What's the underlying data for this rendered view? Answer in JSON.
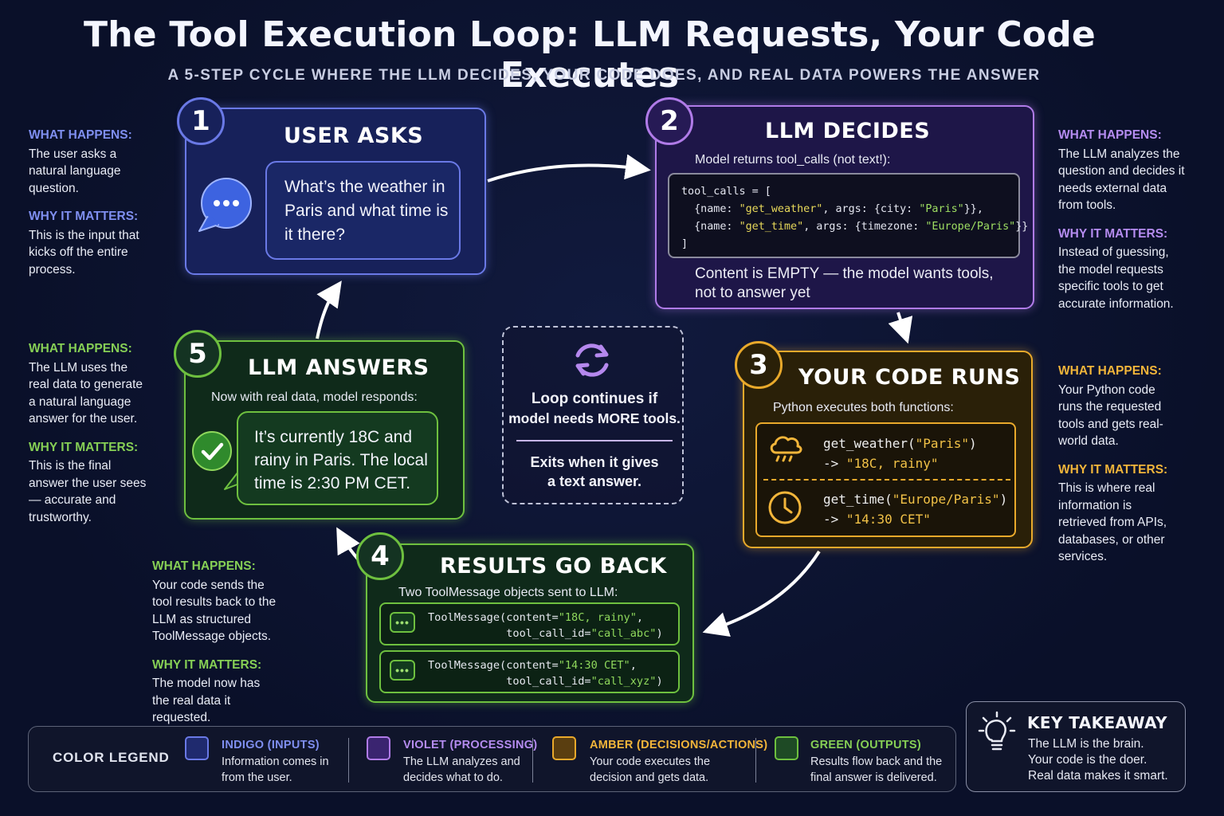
{
  "title": "The Tool Execution Loop: LLM Requests, Your Code Executes",
  "subtitle": "A 5-STEP CYCLE WHERE THE LLM DECIDES, YOUR CODE DOES, AND REAL DATA POWERS THE ANSWER",
  "labels": {
    "what_happens": "WHAT HAPPENS:",
    "why_it_matters": "WHY IT MATTERS:"
  },
  "colors": {
    "indigo": "#6a79e6",
    "violet": "#b07be8",
    "amber": "#e9a92b",
    "green": "#6ec03f",
    "background": "#0b1230"
  },
  "steps": [
    {
      "number": "1",
      "title": "USER ASKS",
      "bubble": "What’s the weather in Paris and what time is it there?",
      "icon": "chat-bubble-icon",
      "what": "The user asks a natural language question.",
      "why": "This is the input that kicks off the entire process."
    },
    {
      "number": "2",
      "title": "LLM DECIDES",
      "caption": "Model returns tool_calls (not text!):",
      "code": {
        "open": "tool_calls = [",
        "l1_a": "  {name: ",
        "l1_s": "\"get_weather\"",
        "l1_b": ", args: {city: ",
        "l1_g": "\"Paris\"",
        "l1_c": "}},",
        "l2_a": "  {name: ",
        "l2_s": "\"get_time\"",
        "l2_b": ", args: {timezone: ",
        "l2_g": "\"Europe/Paris\"",
        "l2_c": "}}",
        "close": "]"
      },
      "note": "Content is EMPTY — the model wants tools, not to answer yet",
      "what": "The LLM analyzes the question and decides it needs external data from tools.",
      "why": "Instead of guessing, the model requests specific tools to get accurate information."
    },
    {
      "number": "3",
      "title": "YOUR CODE RUNS",
      "caption": "Python executes both functions:",
      "calls": [
        {
          "icon": "rain-cloud-icon",
          "fn": "get_weather(",
          "arg": "\"Paris\"",
          "close": ")",
          "arrow": "-> ",
          "result": "\"18C, rainy\""
        },
        {
          "icon": "clock-icon",
          "fn": "get_time(",
          "arg": "\"Europe/Paris\"",
          "close": ")",
          "arrow": "-> ",
          "result": "\"14:30 CET\""
        }
      ],
      "what": "Your Python code runs the requested tools and gets real-world data.",
      "why": "This is where real information is retrieved from APIs, databases, or other services."
    },
    {
      "number": "4",
      "title": "RESULTS GO BACK",
      "caption": "Two ToolMessage objects sent to LLM:",
      "messages": [
        {
          "pre": "ToolMessage(content=",
          "content": "\"18C, rainy\"",
          "comma": ",",
          "id_pre": "            tool_call_id=",
          "id": "\"call_abc\"",
          "close": ")"
        },
        {
          "pre": "ToolMessage(content=",
          "content": "\"14:30 CET\"",
          "comma": ",",
          "id_pre": "            tool_call_id=",
          "id": "\"call_xyz\"",
          "close": ")"
        }
      ],
      "what": "Your code sends the tool results back to the LLM as structured ToolMessage objects.",
      "why": "The model now has the real data it requested."
    },
    {
      "number": "5",
      "title": "LLM ANSWERS",
      "caption": "Now with real data, model responds:",
      "bubble": "It’s currently 18C and rainy in Paris. The local time is 2:30 PM CET.",
      "icon": "checkmark-icon",
      "what": "The LLM uses the real data to generate a natural language answer for the user.",
      "why": "This is the final answer the user sees — accurate and trustworthy."
    }
  ],
  "loop": {
    "icon": "refresh-cycle-icon",
    "line1": "Loop continues if",
    "line2": "model needs MORE tools.",
    "exit1": "Exits when it gives",
    "exit2": "a text answer."
  },
  "legend": {
    "label": "COLOR LEGEND",
    "items": [
      {
        "title": "INDIGO (INPUTS)",
        "desc1": "Information comes in",
        "desc2": "from the user.",
        "color": "#6a79e6"
      },
      {
        "title": "VIOLET (PROCESSING)",
        "desc1": "The LLM analyzes and",
        "desc2": "decides what to do.",
        "color": "#b07be8"
      },
      {
        "title": "AMBER (DECISIONS/ACTIONS)",
        "desc1": "Your code executes the",
        "desc2": "decision and gets data.",
        "color": "#e9a92b"
      },
      {
        "title": "GREEN (OUTPUTS)",
        "desc1": "Results flow back and the",
        "desc2": "final answer is delivered.",
        "color": "#6ec03f"
      }
    ]
  },
  "takeaway": {
    "icon": "lightbulb-icon",
    "title": "KEY TAKEAWAY",
    "line1": "The LLM is the brain.",
    "line2": "Your code is the doer.",
    "line3": "Real data makes it smart."
  }
}
